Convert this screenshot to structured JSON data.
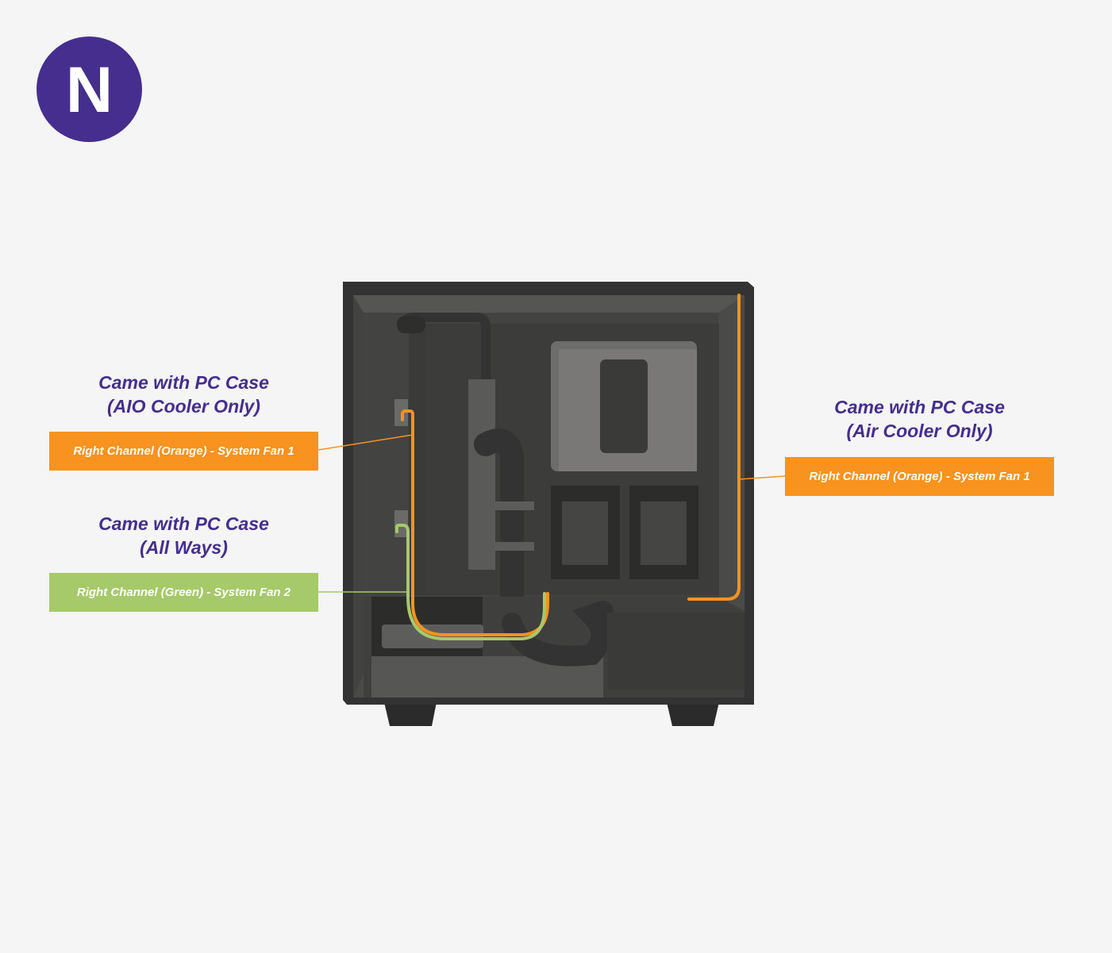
{
  "logo": {
    "letter": "N",
    "color": "#452e8d"
  },
  "callouts": {
    "aio": {
      "heading_line1": "Came with PC Case",
      "heading_line2": "(AIO Cooler Only)",
      "label": "Right Channel (Orange) - System Fan 1",
      "color": "#f7931e"
    },
    "all": {
      "heading_line1": "Came with PC Case",
      "heading_line2": "(All Ways)",
      "label": "Right Channel (Green) - System Fan 2",
      "color": "#a6c96a"
    },
    "air": {
      "heading_line1": "Came with PC Case",
      "heading_line2": "(Air Cooler Only)",
      "label": "Right Channel (Orange) - System Fan 1",
      "color": "#f7931e"
    }
  },
  "colors": {
    "heading": "#452e8d",
    "orange_cable": "#f7931e",
    "green_cable": "#a6c96a",
    "case_frame": "#333333",
    "case_interior": "#4a4a49",
    "background": "#f4f5f4"
  }
}
